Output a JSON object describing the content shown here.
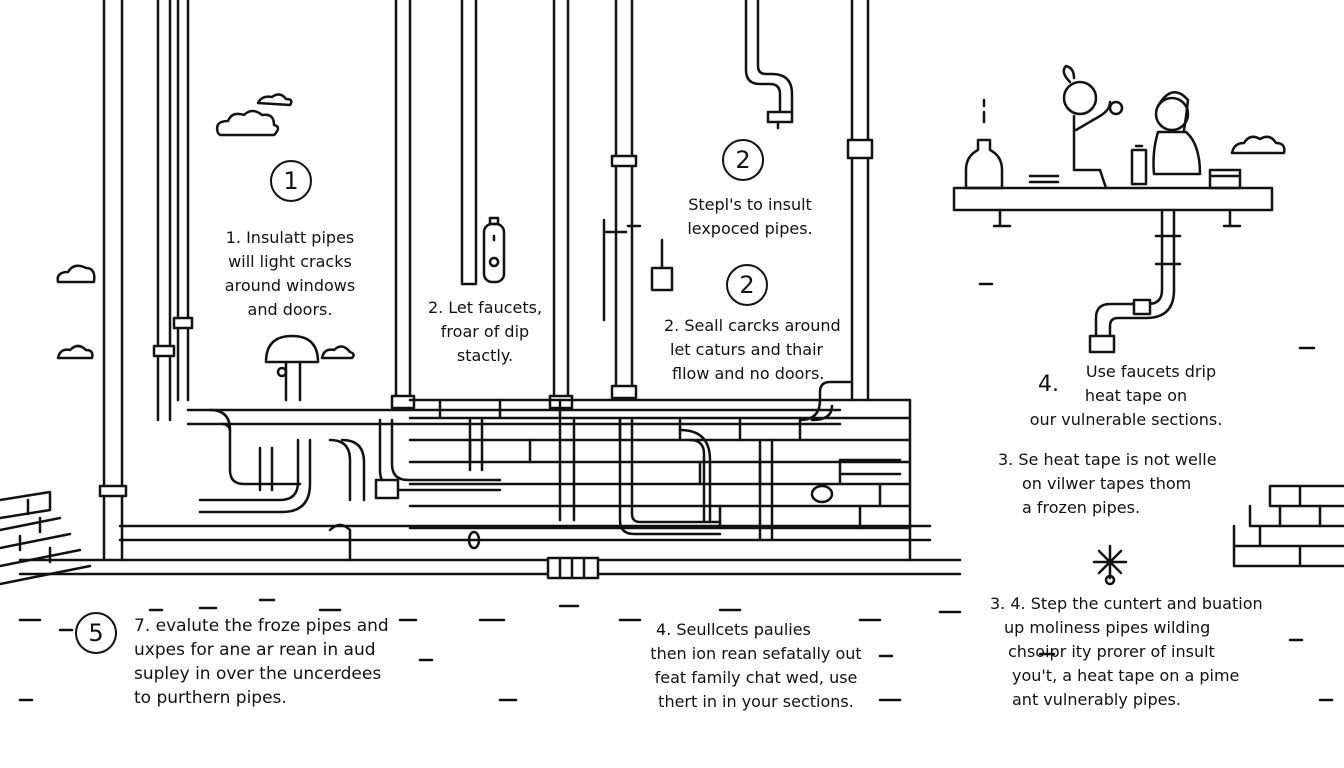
{
  "step_markers": {
    "top_left": "1",
    "top_center": "2",
    "center_right": "2",
    "bottom_left": "5"
  },
  "blocks": {
    "top_left": [
      "1. Insulatt pipes",
      "will light cracks",
      "around windows",
      "and doors."
    ],
    "middle_left": [
      "2. Let faucets,",
      "froar of dip",
      "stactly."
    ],
    "top_center": [
      "Stepl's to insult",
      "lexpoced pipes."
    ],
    "center_right": [
      "2. Seall carcks around",
      "let caturs and thair",
      "fllow and no doors."
    ],
    "right_4_num": "4.",
    "right_4": [
      "Use faucets drip",
      "heat tape on",
      "our vulnerable sections."
    ],
    "right_3": [
      "3. Se heat tape is not welle",
      "on vilwer tapes thom",
      "a frozen pipes."
    ],
    "bottom_left": [
      "7. evalute the froze pipes and",
      "uxpes for ane ar rean in aud",
      "supley in over the uncerdees",
      "to purthern pipes."
    ],
    "bottom_center": [
      "4. Seullcets paulies",
      "then ion rean sefatally out",
      "feat family chat wed, use",
      "thert in in your sections."
    ],
    "bottom_right": [
      "3. 4. Step the cuntert and buation",
      "up moliness pipes wilding",
      "chsoipr ity prorer of insult",
      "you't, a heat tape on a pime",
      "ant vulnerably pipes."
    ]
  },
  "icons": [
    "cloud-icon",
    "snowflake-icon",
    "valve-icon",
    "faucet-icon",
    "bottle-icon"
  ]
}
